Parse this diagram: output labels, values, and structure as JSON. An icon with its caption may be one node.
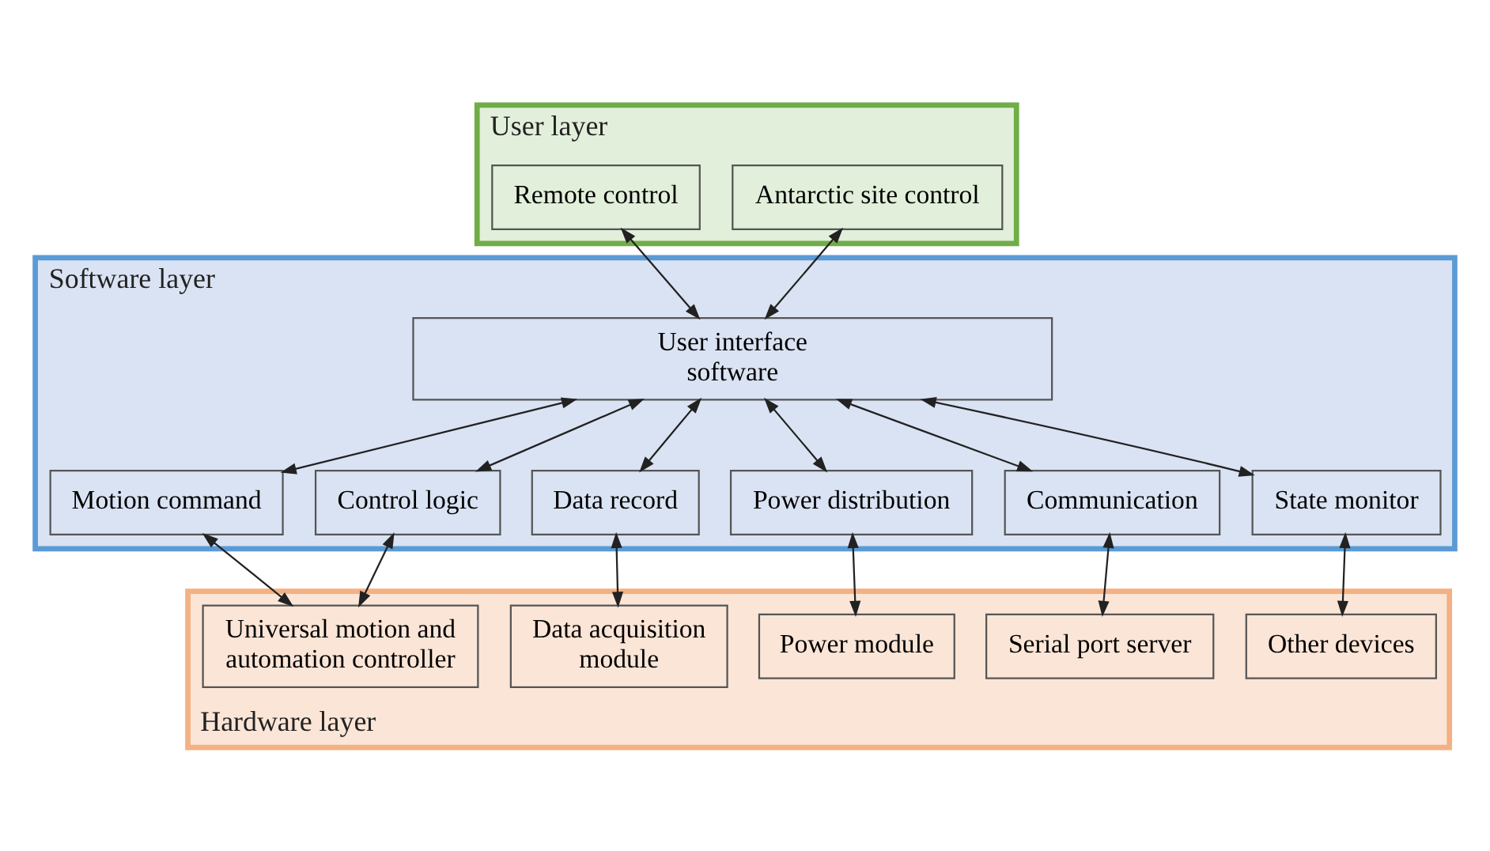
{
  "diagram": {
    "nodes": [
      {
        "text": [
          "User layer"
        ]
      },
      {
        "text": [
          "Antarctic site control"
        ],
        "in": 0
      },
      {
        "text": [
          "Remote control"
        ],
        "in": 0
      },
      {
        "text": [
          "Software layer"
        ]
      },
      {
        "text": [
          "User interface software"
        ],
        "in": 3
      },
      {
        "text": [
          "Motion command"
        ],
        "in": 3
      },
      {
        "text": [
          "Control logic"
        ],
        "in": 3
      },
      {
        "text": [
          "Data record"
        ],
        "in": 3
      },
      {
        "text": [
          "Power distribution"
        ],
        "in": 3
      },
      {
        "text": [
          "Communication"
        ],
        "in": 3
      },
      {
        "text": [
          "State monitor"
        ],
        "in": 3
      },
      {
        "text": [
          "Hardware layer"
        ]
      },
      {
        "text": [
          "Universal motion and automation controller"
        ],
        "in": 11
      },
      {
        "text": [
          "Data acquisition module"
        ],
        "in": 11
      },
      {
        "text": [
          "Power module"
        ],
        "in": 11
      },
      {
        "text": [
          "Serial port server"
        ],
        "in": 11
      },
      {
        "text": [
          "Other devices"
        ],
        "in": 11
      }
    ],
    "edges": [
      {
        "from": 1,
        "to": 4,
        "arrow": "both"
      },
      {
        "from": 2,
        "to": 4,
        "arrow": "both"
      },
      {
        "from": 4,
        "to": 5,
        "arrow": "both"
      },
      {
        "from": 4,
        "to": 6,
        "arrow": "both"
      },
      {
        "from": 4,
        "to": 7,
        "arrow": "both"
      },
      {
        "from": 4,
        "to": 8,
        "arrow": "both"
      },
      {
        "from": 4,
        "to": 9,
        "arrow": "both"
      },
      {
        "from": 4,
        "to": 10,
        "arrow": "both"
      },
      {
        "from": 5,
        "to": 12,
        "arrow": "both"
      },
      {
        "from": 6,
        "to": 12,
        "arrow": "both"
      },
      {
        "from": 7,
        "to": 13,
        "arrow": "both"
      },
      {
        "from": 8,
        "to": 14,
        "arrow": "both"
      },
      {
        "from": 9,
        "to": 15,
        "arrow": "both"
      },
      {
        "from": 10,
        "to": 16,
        "arrow": "both"
      }
    ]
  }
}
